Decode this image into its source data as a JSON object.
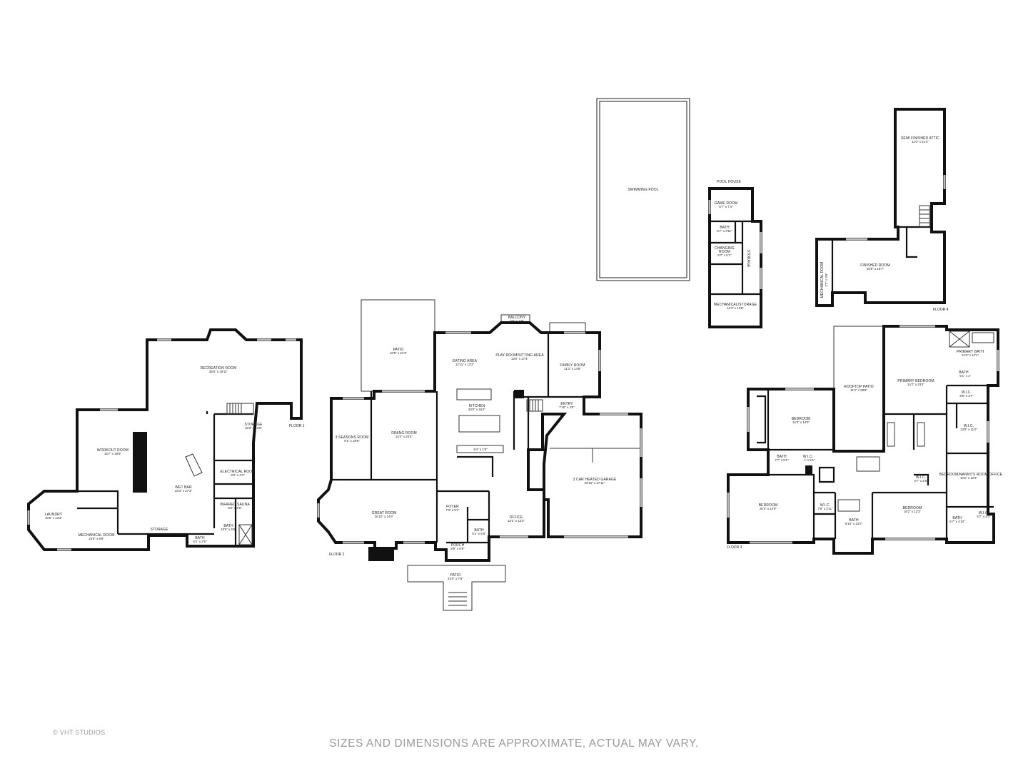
{
  "footer": {
    "disclaimer": "SIZES AND DIMENSIONS ARE APPROXIMATE, ACTUAL MAY VARY.",
    "credit": "© VHT STUDIOS"
  },
  "floors": {
    "floor1": {
      "label": "FLOOR 1",
      "rooms": {
        "recreation": {
          "name": "RECREATION ROOM",
          "dim": "35'5\" x 19'11\""
        },
        "workout": {
          "name": "WORKOUT ROOM",
          "dim": "15'7\" x 18'9\""
        },
        "wetbar": {
          "name": "WET BAR",
          "dim": "23'3\" x 27'3\""
        },
        "storage1": {
          "name": "STORAGE",
          "dim": "15'0\" x 13'8\""
        },
        "electrical": {
          "name": "ELECTRICAL ROOM",
          "dim": "8'2\" x 4'3\""
        },
        "sauna": {
          "name": "INFARED SAUNA",
          "dim": "8'2\" x 4'8\""
        },
        "bath1a": {
          "name": "BATH",
          "dim": "10'6\" x 6'5\""
        },
        "bath1b": {
          "name": "BATH",
          "dim": "5'2\" x 2'5\""
        },
        "laundry": {
          "name": "LAUNDRY",
          "dim": "10'5\" x 13'3\""
        },
        "mechanical": {
          "name": "MECHANICAL ROOM",
          "dim": "15'6\" x 8'8\""
        },
        "storage2": {
          "name": "STORAGE",
          "dim": ""
        }
      }
    },
    "floor2": {
      "label": "FLOOR 2",
      "rooms": {
        "patio_back": {
          "name": "PATIO",
          "dim": "16'9\" x 21'2\""
        },
        "balcony": {
          "name": "BALCONY",
          "dim": "6'0\" x 1'9\""
        },
        "eating": {
          "name": "EATING AREA",
          "dim": "12'11\" x 13'2\""
        },
        "playroom": {
          "name": "PLAY ROOM/SITTING AREA",
          "dim": "13'0\" x 17'4\""
        },
        "family": {
          "name": "FAMILY ROOM",
          "dim": "11'3\" x 14'8\""
        },
        "kitchen": {
          "name": "KITCHEN",
          "dim": "20'0\" x 15'4\""
        },
        "entry": {
          "name": "ENTRY",
          "dim": "7'10\" x 3'6\""
        },
        "seasons": {
          "name": "3 SEASONS ROOM",
          "dim": "9'1\" x 18'9\""
        },
        "dining": {
          "name": "DINING ROOM",
          "dim": "14'3\" x 20'4\""
        },
        "garage": {
          "name": "3 CAR HEATED GARAGE",
          "dim": "20'10\" x 27'11\""
        },
        "great": {
          "name": "GREAT ROOM",
          "dim": "26'10\" x 14'9\""
        },
        "foyer": {
          "name": "FOYER",
          "dim": "7'3\" x 9'1\""
        },
        "office": {
          "name": "OFFICE",
          "dim": "13'2\" x 12'3\""
        },
        "bath2": {
          "name": "BATH",
          "dim": "5'1\" x 5'5\""
        },
        "porch": {
          "name": "PORCH",
          "dim": "8'9\" x 5'8\""
        },
        "patio_front": {
          "name": "PATIO",
          "dim": "22'0\" x 7'8\""
        },
        "island_dim": "5'4\" x 1'8\""
      }
    },
    "pool": {
      "swimming_pool": {
        "name": "SWIMMING POOL"
      },
      "pool_house": {
        "name": "POOL HOUSE"
      },
      "rooms": {
        "game": {
          "name": "GAME ROOM",
          "dim": "6'7\" x 7'4\""
        },
        "bath": {
          "name": "BATH",
          "dim": "6'7\" x 3'11\""
        },
        "changing1": {
          "name": "CHANGING",
          "dim": ""
        },
        "changing2": {
          "name": "ROOM",
          "dim": "6'7\" x 5'1\""
        },
        "storage": {
          "name": "STORAGE"
        },
        "mech": {
          "name": "MECHANICAL/STORAGE",
          "dim": "11'4\" x 13'8\""
        }
      }
    },
    "floor3": {
      "label": "FLOOR 3",
      "rooms": {
        "rooftop": {
          "name": "ROOFTOP PATIO",
          "dim": "11'2\" x 28'8\""
        },
        "primary_bed": {
          "name": "PRIMARY BEDROOM",
          "dim": "14'2\" x 23'4\""
        },
        "primary_bath": {
          "name": "PRIMARY BATH",
          "dim": "11'2\" x 12'1\""
        },
        "bath_p": {
          "name": "BATH",
          "dim": "6'1\" x 4'"
        },
        "wic1": {
          "name": "W.I.C.",
          "dim": "9'9\" x 3'7\""
        },
        "wic2": {
          "name": "W.I.C.",
          "dim": "13'8\" x 11'0\""
        },
        "bedroom1": {
          "name": "BEDROOM",
          "dim": "14'3\" x 14'0\""
        },
        "bath3a": {
          "name": "BATH",
          "dim": "7'7\" x 5'1\""
        },
        "wic3": {
          "name": "W.I.C.",
          "dim": "1' x 5'1\""
        },
        "nanny": {
          "name": "BEDROOM/NANNY'S ROOM/OFFICE",
          "dim": "10'2\" x 12'3\""
        },
        "wic4": {
          "name": "W.I.C.",
          "dim": "4'7\" x 2'5\""
        },
        "bedroom2": {
          "name": "BEDROOM",
          "dim": "20'3\" x 14'9\""
        },
        "wic5": {
          "name": "W.I.C.",
          "dim": "7'8\" x 3'11\""
        },
        "bath3b": {
          "name": "BATH",
          "dim": "8'10\" x 12'0\""
        },
        "bedroom3": {
          "name": "BEDROOM",
          "dim": "16'2\" x 12'3\""
        },
        "bath3c": {
          "name": "BATH",
          "dim": "5'7\" x 4'10\""
        },
        "wic6": {
          "name": "W.I.C.",
          "dim": "5'7\" x 4'3\""
        }
      }
    },
    "floor4": {
      "label": "FLOOR 4",
      "rooms": {
        "attic": {
          "name": "SEMI FINISHED ATTIC",
          "dim": "11'0\" x 21'4\""
        },
        "finished": {
          "name": "FINISHED ROOM",
          "dim": "25'9\" x 16'7\""
        },
        "mech": {
          "name": "MECHANICAL ROOM",
          "dim": "3'1\" x 9'9\""
        }
      }
    }
  }
}
